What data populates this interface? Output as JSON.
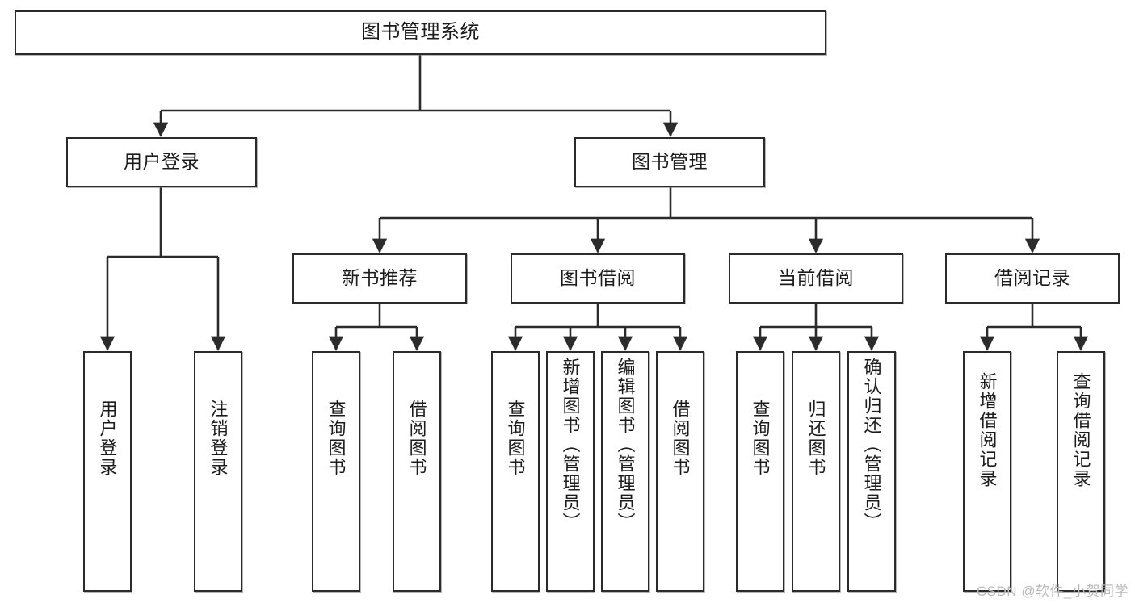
{
  "diagram": {
    "type": "tree",
    "title": "图书管理系统",
    "watermark": "CSDN @软件_小贺同学",
    "colors": {
      "stroke": "#2b2b2b",
      "fill": "#ffffff",
      "text": "#1c1c1c",
      "watermark": "#b9b9b9"
    },
    "nodes": {
      "root": {
        "label": "图书管理系统",
        "level": 0,
        "orientation": "horizontal"
      },
      "login": {
        "label": "用户登录",
        "level": 1,
        "orientation": "horizontal"
      },
      "bookmgmt": {
        "label": "图书管理",
        "level": 1,
        "orientation": "horizontal"
      },
      "newbook": {
        "label": "新书推荐",
        "level": 2,
        "orientation": "horizontal"
      },
      "borrow": {
        "label": "图书借阅",
        "level": 2,
        "orientation": "horizontal"
      },
      "current": {
        "label": "当前借阅",
        "level": 2,
        "orientation": "horizontal"
      },
      "records": {
        "label": "借阅记录",
        "level": 2,
        "orientation": "horizontal"
      },
      "leaf_login": {
        "label": "用户登录",
        "level": 3,
        "orientation": "vertical"
      },
      "leaf_logout": {
        "label": "注销登录",
        "level": 3,
        "orientation": "vertical"
      },
      "leaf_nb_query": {
        "label": "查询图书",
        "level": 3,
        "orientation": "vertical"
      },
      "leaf_nb_borrow": {
        "label": "借阅图书",
        "level": 3,
        "orientation": "vertical"
      },
      "leaf_bw_query": {
        "label": "查询图书",
        "level": 3,
        "orientation": "vertical"
      },
      "leaf_bw_add": {
        "label": "新增图书（管理员）",
        "level": 3,
        "orientation": "vertical"
      },
      "leaf_bw_edit": {
        "label": "编辑图书（管理员）",
        "level": 3,
        "orientation": "vertical"
      },
      "leaf_bw_borrow": {
        "label": "借阅图书",
        "level": 3,
        "orientation": "vertical"
      },
      "leaf_cu_query": {
        "label": "查询图书",
        "level": 3,
        "orientation": "vertical"
      },
      "leaf_cu_return": {
        "label": "归还图书",
        "level": 3,
        "orientation": "vertical"
      },
      "leaf_cu_confirm": {
        "label": "确认归还（管理员）",
        "level": 3,
        "orientation": "vertical"
      },
      "leaf_rc_add": {
        "label": "新增借阅记录",
        "level": 3,
        "orientation": "vertical"
      },
      "leaf_rc_query": {
        "label": "查询借阅记录",
        "level": 3,
        "orientation": "vertical"
      }
    },
    "edges": [
      {
        "from": "root",
        "to": "login"
      },
      {
        "from": "root",
        "to": "bookmgmt"
      },
      {
        "from": "login",
        "to": "leaf_login"
      },
      {
        "from": "login",
        "to": "leaf_logout"
      },
      {
        "from": "bookmgmt",
        "to": "newbook"
      },
      {
        "from": "bookmgmt",
        "to": "borrow"
      },
      {
        "from": "bookmgmt",
        "to": "current"
      },
      {
        "from": "bookmgmt",
        "to": "records"
      },
      {
        "from": "newbook",
        "to": "leaf_nb_query"
      },
      {
        "from": "newbook",
        "to": "leaf_nb_borrow"
      },
      {
        "from": "borrow",
        "to": "leaf_bw_query"
      },
      {
        "from": "borrow",
        "to": "leaf_bw_add"
      },
      {
        "from": "borrow",
        "to": "leaf_bw_edit"
      },
      {
        "from": "borrow",
        "to": "leaf_bw_borrow"
      },
      {
        "from": "current",
        "to": "leaf_cu_query"
      },
      {
        "from": "current",
        "to": "leaf_cu_return"
      },
      {
        "from": "current",
        "to": "leaf_cu_confirm"
      },
      {
        "from": "records",
        "to": "leaf_rc_add"
      },
      {
        "from": "records",
        "to": "leaf_rc_query"
      }
    ]
  }
}
